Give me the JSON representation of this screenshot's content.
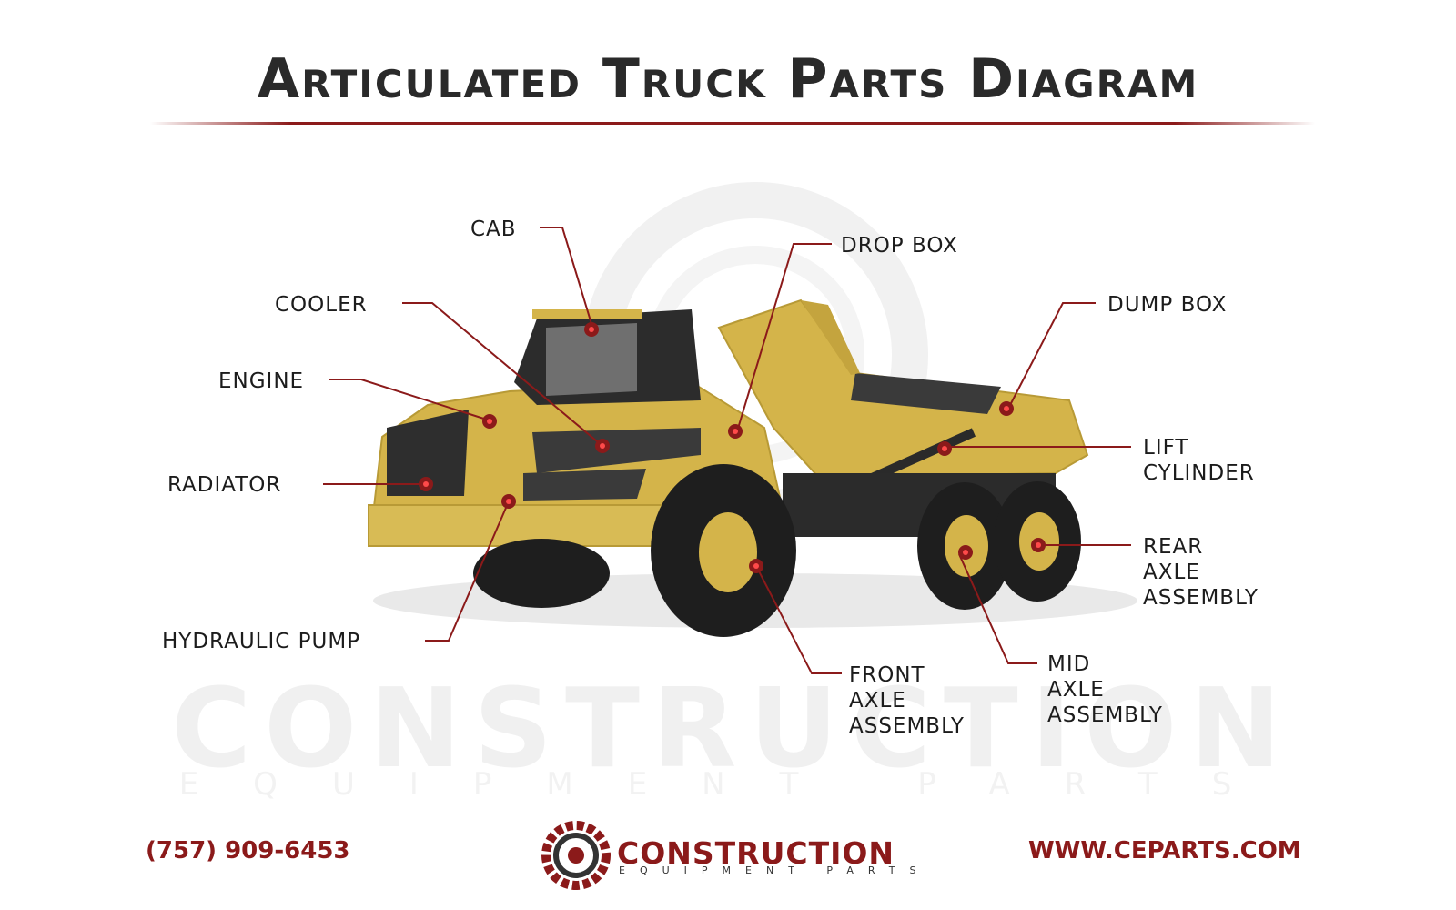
{
  "title": "Articulated Truck Parts Diagram",
  "watermark": {
    "main": "CONSTRUCTION",
    "sub": "EQUIPMENT PARTS"
  },
  "labels": {
    "cab": "CAB",
    "drop_box": "DROP BOX",
    "cooler": "COOLER",
    "dump_box": "DUMP BOX",
    "engine": "ENGINE",
    "radiator": "RADIATOR",
    "lift_cylinder": [
      "LIFT",
      "CYLINDER"
    ],
    "rear_axle": [
      "REAR",
      "AXLE",
      "ASSEMBLY"
    ],
    "hydraulic_pump": "HYDRAULIC PUMP",
    "front_axle": [
      "FRONT",
      "AXLE",
      "ASSEMBLY"
    ],
    "mid_axle": [
      "MID",
      "AXLE",
      "ASSEMBLY"
    ]
  },
  "footer": {
    "phone": "(757) 909-6453",
    "logo_main": "CONSTRUCTION",
    "logo_sub": "EQUIPMENT PARTS",
    "website": "WWW.CEPARTS.COM"
  },
  "colors": {
    "accent": "#8b1a1a",
    "truck_body": "#d4b44a",
    "tire": "#1e1e1e"
  }
}
